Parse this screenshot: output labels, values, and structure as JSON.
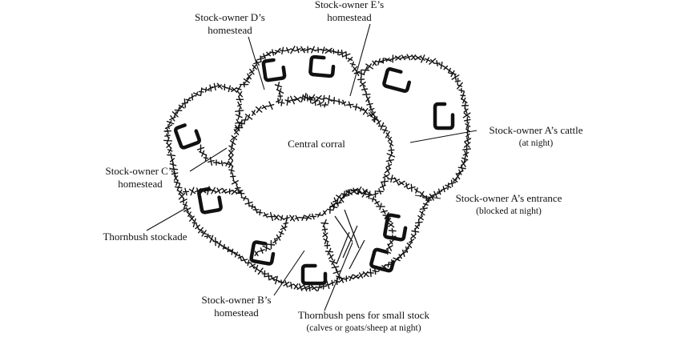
{
  "labels": {
    "owner_d": [
      "Stock-owner D’s",
      "homestead"
    ],
    "owner_e": [
      "Stock-owner E’s",
      "homestead"
    ],
    "owner_a_cattle": [
      "Stock-owner A’s cattle",
      "(at night)"
    ],
    "owner_a_entrance": [
      "Stock-owner A’s entrance",
      "(blocked at night)"
    ],
    "owner_c": [
      "Stock-owner C’s",
      "homestead"
    ],
    "thornbush_stockade": "Thornbush stockade",
    "owner_b": [
      "Stock-owner B’s",
      "homestead"
    ],
    "thornbush_pens": [
      "Thornbush pens for small stock",
      "(calves or  goats/sheep at night)"
    ],
    "central_corral": "Central corral"
  },
  "colors": {
    "ink": "#111111",
    "background": "#ffffff"
  }
}
